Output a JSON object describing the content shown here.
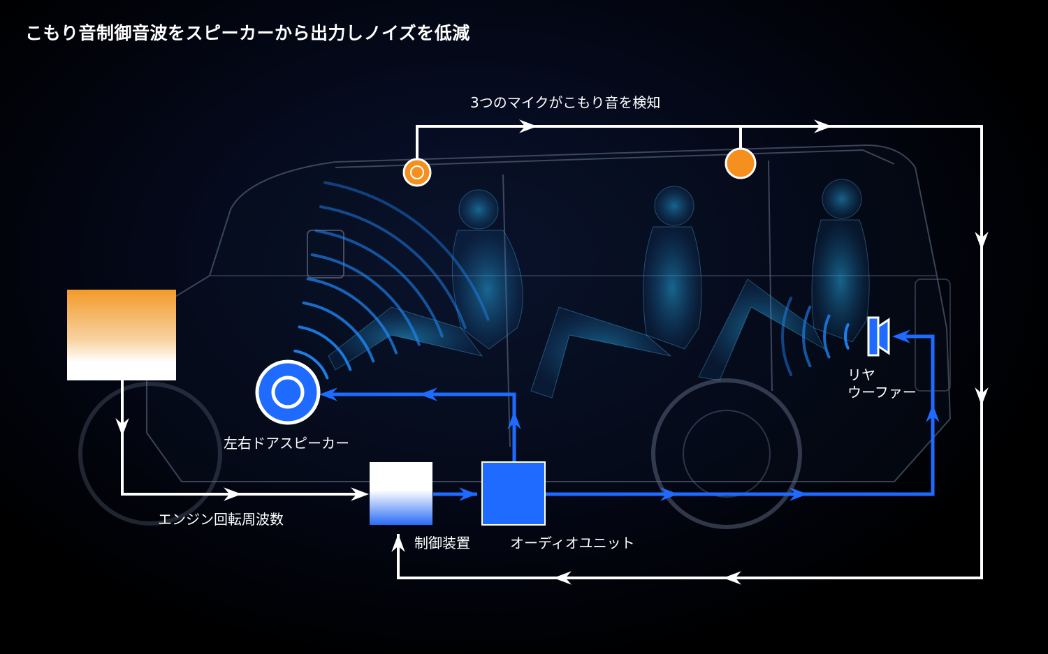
{
  "title": "こもり音制御音波をスピーカーから出力しノイズを低減",
  "labels": {
    "mic_detect": "3つのマイクがこもり音を検知",
    "door_speaker": "左右ドアスピーカー",
    "engine_rpm": "エンジン回転周波数",
    "controller": "制御装置",
    "audio_unit": "オーディオユニット",
    "rear_woofer_line1": "リヤ",
    "rear_woofer_line2": "ウーファー"
  },
  "colors": {
    "background": "#000000",
    "signal_line": "#ffffff",
    "audio_line": "#1f6bff",
    "mic": "#f5901e",
    "engine_gradient_top": "#f39a2a",
    "speaker_fill": "#1f6bff"
  },
  "icons": [
    "microphone-icon",
    "door-speaker-icon",
    "rear-woofer-icon",
    "arrow-icon"
  ]
}
